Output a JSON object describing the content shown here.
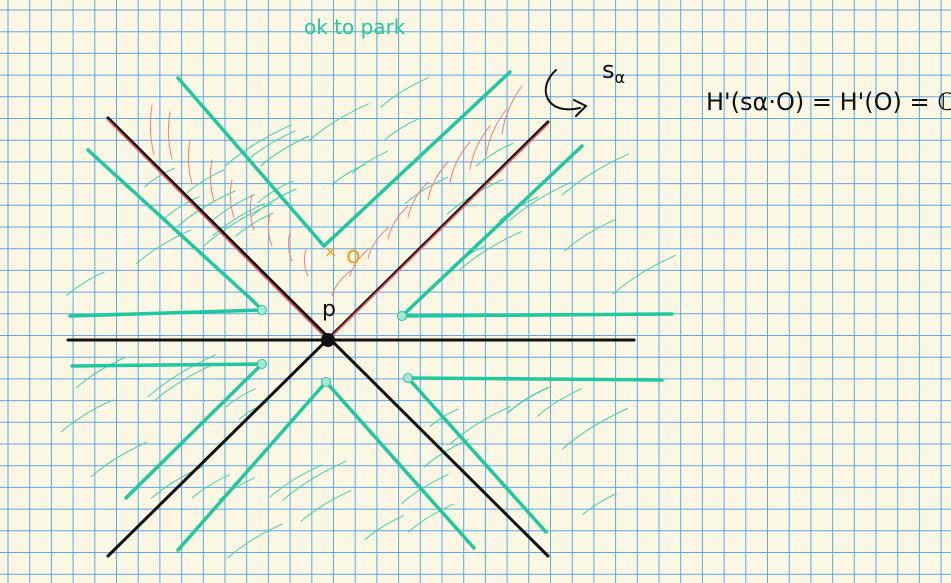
{
  "note": {
    "ok_to_park": "ok to park"
  },
  "labels": {
    "origin_marker": "o",
    "point_p": "p",
    "reflection_name": "s",
    "reflection_subscript": "α"
  },
  "formula": {
    "text": "H'(sα·O) = H'(O) = ℂ"
  },
  "colors": {
    "paper": "#fbf7e3",
    "grid": "#5ea9e6",
    "black_lines": "#111111",
    "green_lines": "#1ec9a1",
    "green_dots": "#a9e6d6",
    "hatch_green": "#41d1ac",
    "hatch_red": "#f07f84",
    "origin_orange": "#f3a215",
    "red_boundary": "#e5545d"
  }
}
